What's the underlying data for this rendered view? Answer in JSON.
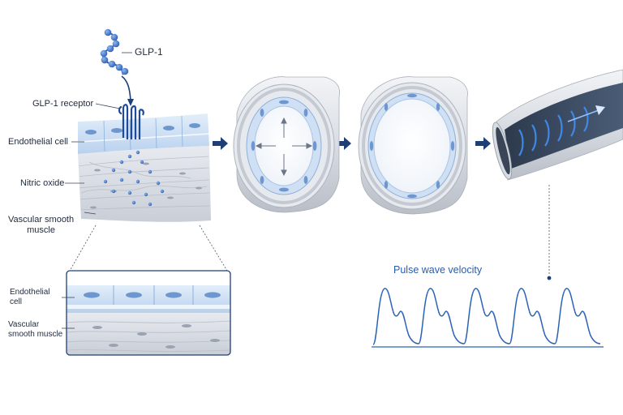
{
  "labels": {
    "glp1": "GLP-1",
    "receptor": "GLP-1 receptor",
    "endothelial_cell": "Endothelial cell",
    "nitric_oxide": "Nitric oxide",
    "vascular_smooth_muscle_line1": "Vascular smooth",
    "vascular_smooth_muscle_line2": "muscle",
    "inset_endothelial_line1": "Endothelial",
    "inset_endothelial_line2": "cell",
    "inset_vsm_line1": "Vascular",
    "inset_vsm_line2": "smooth muscle",
    "pulse_wave_title": "Pulse wave velocity"
  },
  "colors": {
    "accent_navy": "#1d3f76",
    "title_blue": "#2a5ca8",
    "molecule_blue": "#3d72c9",
    "endothelium_blue": "#cfe0f5",
    "muscle_gray": "#d7dbe2",
    "wave_blue": "#2b63b8"
  },
  "icons": [
    "arrow-right-icon",
    "arrow-down-icon",
    "flow-arrow-icon"
  ]
}
